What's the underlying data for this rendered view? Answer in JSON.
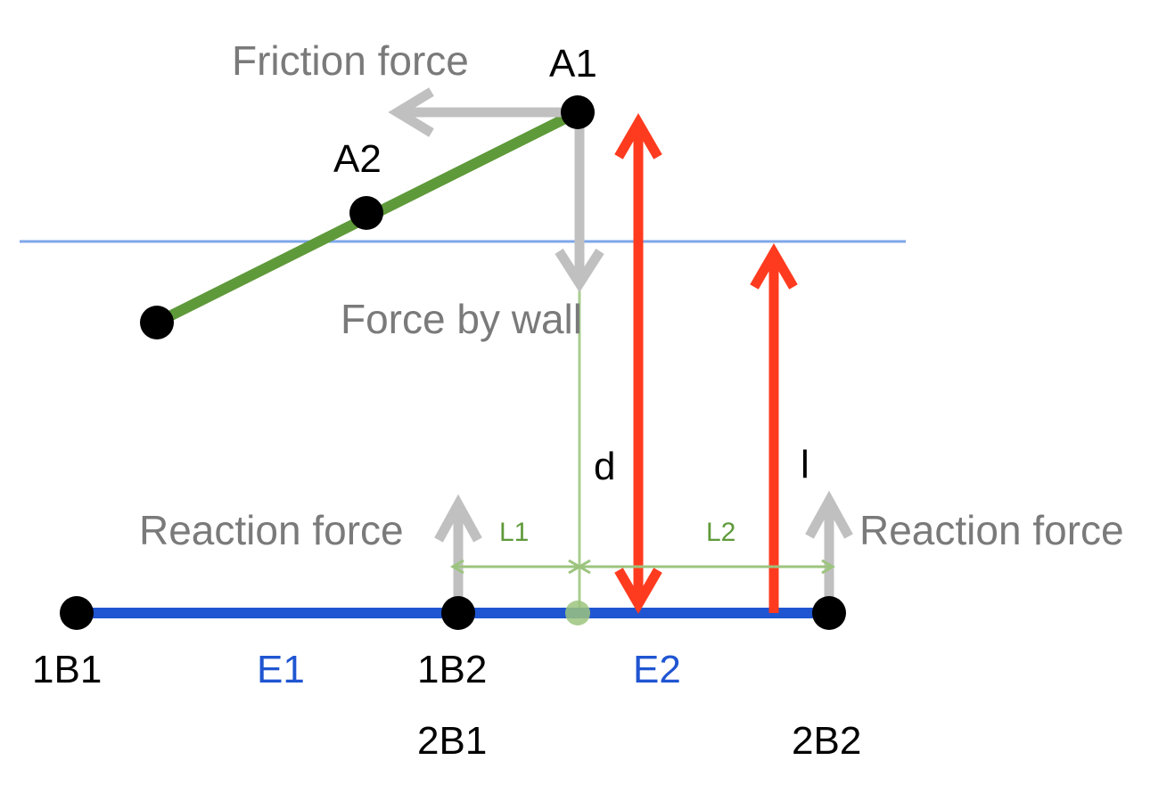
{
  "labels": {
    "friction_force": "Friction force",
    "force_by_wall": "Force by wall",
    "reaction_force_left": "Reaction force",
    "reaction_force_right": "Reaction force",
    "a1": "A1",
    "a2": "A2",
    "d": "d",
    "l": "l",
    "l1": "L1",
    "l2": "L2",
    "b1_1": "1B1",
    "b2_1": "1B2",
    "b1_2": "2B1",
    "b2_2": "2B2",
    "e1": "E1",
    "e2": "E2"
  },
  "colors": {
    "blue_element": "#1f55d1",
    "green_element": "#5f9a3a",
    "force_gray": "#c0c0c0",
    "red_arrow": "#ff3b1f",
    "level_line": "#7ea7ea",
    "node": "#000000",
    "dimension_green": "#9cc47e"
  }
}
